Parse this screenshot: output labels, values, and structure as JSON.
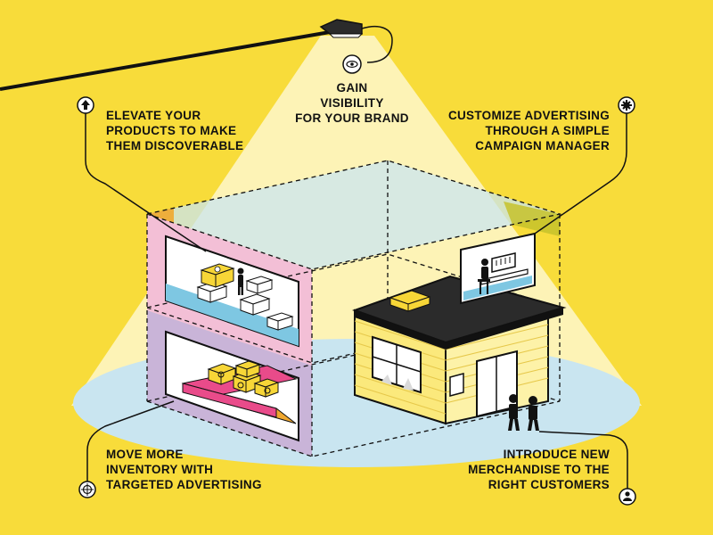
{
  "colors": {
    "background": "#f8dc3a",
    "light_beam": "#fdf3b6",
    "floor_pool": "#c9e5f0",
    "ink": "#111111",
    "pink_walls": "#f3bfd6",
    "lavender_walls": "#c9b4d8",
    "orange_wall": "#f0a72e",
    "olive_wall": "#c6c22b",
    "roof": "#2b2b2b",
    "conveyor_belt": "#e94b8a",
    "box": "#f7d637",
    "floor_tile": "#7ec7e2"
  },
  "icons": {
    "lamp": "street-lamp-icon",
    "visibility": "eye-icon",
    "elevate": "up-arrow-icon",
    "customize": "gear-icon",
    "inventory": "target-crosshair-icon",
    "customers": "person-icon"
  },
  "callouts": {
    "visibility": {
      "lines": [
        "GAIN",
        "VISIBILITY",
        "FOR YOUR BRAND"
      ]
    },
    "elevate": {
      "lines": [
        "ELEVATE YOUR",
        "PRODUCTS TO MAKE",
        "THEM DISCOVERABLE"
      ]
    },
    "customize": {
      "lines": [
        "CUSTOMIZE ADVERTISING",
        "THROUGH A SIMPLE",
        "CAMPAIGN MANAGER"
      ]
    },
    "inventory": {
      "lines": [
        "MOVE MORE",
        "INVENTORY WITH",
        "TARGETED ADVERTISING"
      ]
    },
    "customers": {
      "lines": [
        "INTRODUCE NEW",
        "MERCHANDISE TO THE",
        "RIGHT CUSTOMERS"
      ]
    }
  }
}
